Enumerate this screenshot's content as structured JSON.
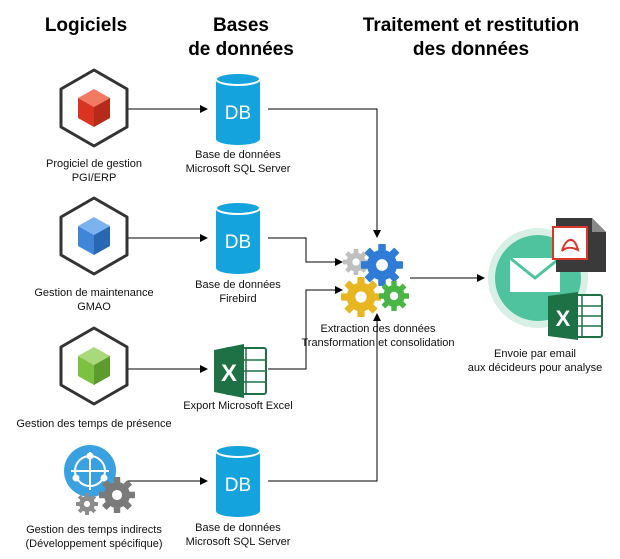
{
  "headers": {
    "software": "Logiciels",
    "databases_line1": "Bases",
    "databases_line2": "de données",
    "processing_line1": "Traitement et restitution",
    "processing_line2": "des données"
  },
  "sources": [
    {
      "label_line1": "Progiciel de gestion",
      "label_line2": "PGI/ERP",
      "color": "#e9452f"
    },
    {
      "label_line1": "Gestion de maintenance",
      "label_line2": "GMAO",
      "color": "#3f86d9"
    },
    {
      "label_line1": "Gestion des temps de présence",
      "label_line2": "",
      "color": "#7cc142"
    },
    {
      "label_line1": "Gestion des temps indirects",
      "label_line2": "(Développement spécifique)",
      "color": "#3aa1e0"
    }
  ],
  "stores": [
    {
      "icon_text": "DB",
      "label_line1": "Base de données",
      "label_line2": "Microsoft SQL Server"
    },
    {
      "icon_text": "DB",
      "label_line1": "Base de données",
      "label_line2": "Firebird"
    },
    {
      "icon_text": "X",
      "label_line1": "Export Microsoft Excel",
      "label_line2": ""
    },
    {
      "icon_text": "DB",
      "label_line1": "Base de données",
      "label_line2": "Microsoft SQL Server"
    }
  ],
  "etl": {
    "label_line1": "Extraction des données",
    "label_line2": "Transformation et consolidation"
  },
  "output": {
    "label_line1": "Envoie par email",
    "label_line2": "aux décideurs pour analyse",
    "excel_text": "X"
  },
  "colors": {
    "db": "#14a3dd",
    "excel": "#1e7145",
    "pdf": "#d9372b",
    "mail": "#4ec39d"
  }
}
